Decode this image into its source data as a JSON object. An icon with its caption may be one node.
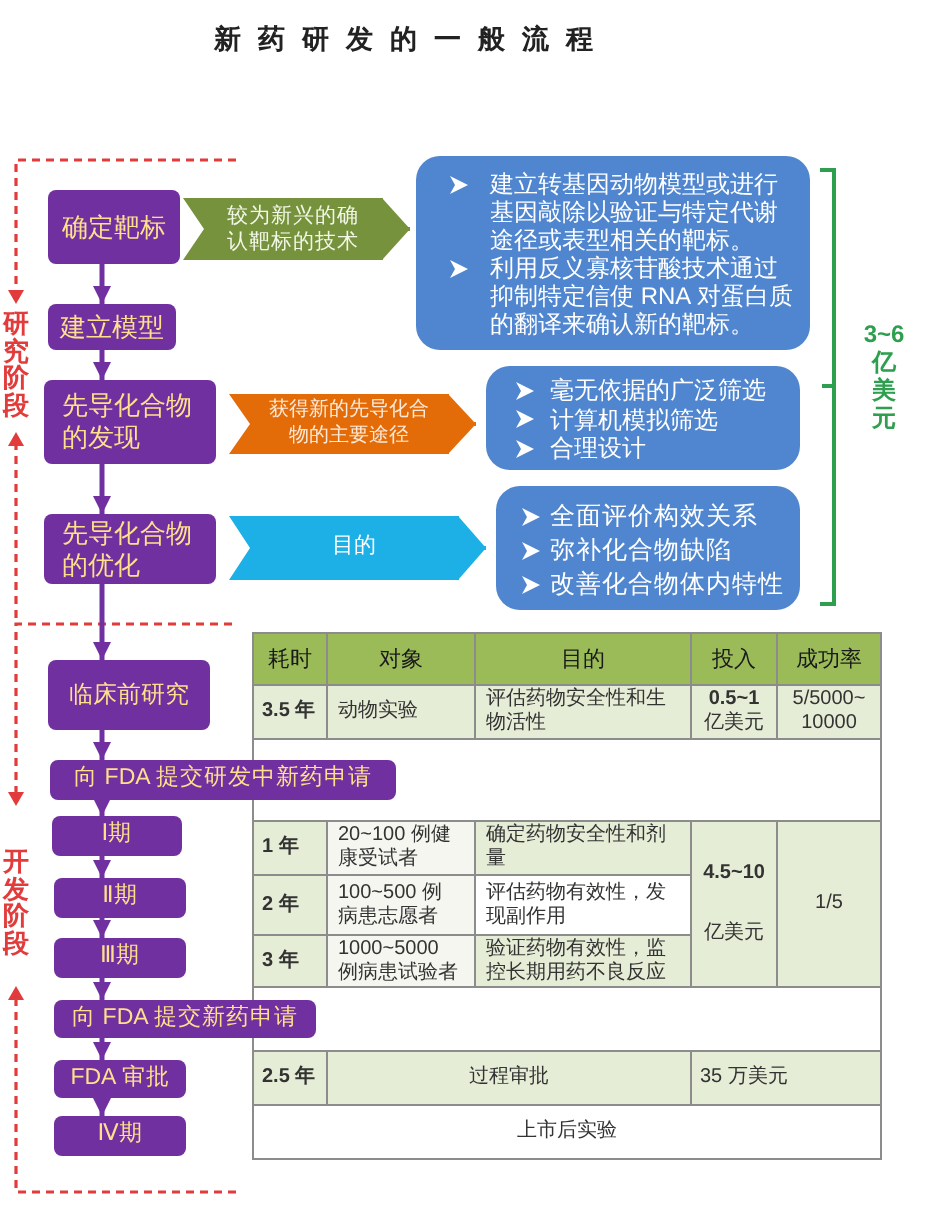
{
  "diagram": {
    "title": "新药研发的一般流程",
    "nodes": [
      {
        "text": [
          "确定靶标"
        ]
      },
      {
        "text": [
          "建立转基因动物模型或进行基因敲除以验证与特定代谢途径或表型相关的靶标。",
          "利用反义寡核苷酸技术通过抑制特定信使 RNA 对蛋白质的翻译来确认新的靶标。"
        ]
      },
      {
        "text": [
          "建立模型"
        ]
      },
      {
        "text": [
          "先导化合物的发现"
        ]
      },
      {
        "text": [
          "毫无依据的广泛筛选",
          "计算机模拟筛选",
          "合理设计"
        ]
      },
      {
        "text": [
          "先导化合物的优化"
        ]
      },
      {
        "text": [
          "全面评价构效关系",
          "弥补化合物缺陷",
          "改善化合物体内特性"
        ]
      },
      {
        "text": [
          "临床前研究"
        ]
      },
      {
        "text": [
          "向 FDA 提交研发中新药申请"
        ]
      },
      {
        "text": [
          "Ⅰ期"
        ]
      },
      {
        "text": [
          "Ⅱ期"
        ]
      },
      {
        "text": [
          "Ⅲ期"
        ]
      },
      {
        "text": [
          "向 FDA 提交新药申请"
        ]
      },
      {
        "text": [
          "FDA 审批"
        ]
      },
      {
        "text": [
          "Ⅳ期"
        ]
      }
    ],
    "edges": [
      {
        "from": 0,
        "to": 1,
        "arrow": "to",
        "label": "较为新兴的确认靶标的技术",
        "color": "#76923c"
      },
      {
        "from": 0,
        "to": 2,
        "arrow": "to"
      },
      {
        "from": 2,
        "to": 3,
        "arrow": "to"
      },
      {
        "from": 3,
        "to": 4,
        "arrow": "to",
        "label": "获得新的先导化合物的主要途径",
        "color": "#e36c09"
      },
      {
        "from": 3,
        "to": 5,
        "arrow": "to"
      },
      {
        "from": 5,
        "to": 6,
        "arrow": "to",
        "label": "目的",
        "color": "#1cb0e6"
      },
      {
        "from": 5,
        "to": 7,
        "arrow": "to"
      },
      {
        "from": 7,
        "to": 8,
        "arrow": "to"
      },
      {
        "from": 8,
        "to": 9,
        "arrow": "to"
      },
      {
        "from": 9,
        "to": 10,
        "arrow": "to"
      },
      {
        "from": 10,
        "to": 11,
        "arrow": "to"
      },
      {
        "from": 11,
        "to": 12,
        "arrow": "to"
      },
      {
        "from": 12,
        "to": 13,
        "arrow": "to"
      },
      {
        "from": 13,
        "to": 14,
        "arrow": "to"
      }
    ],
    "labels": [
      "研究阶段",
      "3~6 亿美元",
      "开发阶段",
      "耗时",
      "对象",
      "目的",
      "投入",
      "成功率",
      "3.5 年",
      "动物实验",
      "评估药物安全性和生物活性",
      "**0.5~1** 亿美元",
      "5/5000~10000",
      "1 年",
      "20~100 例健康受试者",
      "确定药物安全性和剂量",
      "2 年",
      "100~500 例病患志愿者",
      "评估药物有效性，发现副作用",
      "**4.5~10** 亿美元",
      "1/5",
      "3 年",
      "1000~5000 例病患试验者",
      "验证药物有效性，监控长期用药不良反应",
      "2.5 年",
      "过程审批",
      "35 万美元",
      "上市后实验"
    ]
  }
}
